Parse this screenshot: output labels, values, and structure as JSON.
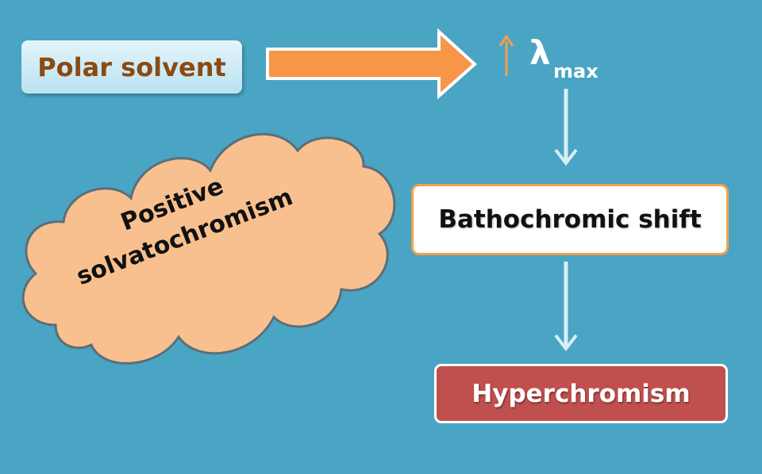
{
  "nodes": {
    "polar_solvent": "Polar solvent",
    "lambda_symbol": "λ",
    "lambda_subscript": "max",
    "bathochromic": "Bathochromic shift",
    "hyperchromism": "Hyperchromism",
    "cloud_line1": "Positive",
    "cloud_line2": "solvatochromism"
  },
  "colors": {
    "background": "#4aa4c3",
    "big_arrow": "#f79646",
    "up_arrow": "#f0a050",
    "down_arrows": "#d6eef7",
    "cloud_fill": "#f9c08f",
    "hyper_fill": "#c0504d",
    "batho_border": "#f2a24a"
  },
  "icons": {
    "increase": "up-arrow-icon",
    "flow": "down-arrow-icon"
  }
}
